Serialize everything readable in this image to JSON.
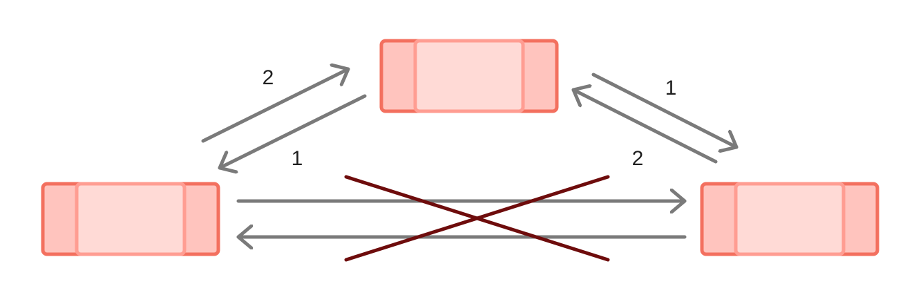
{
  "colors": {
    "node_outline": "#f3705f",
    "node_inner_outline": "#ff9d92",
    "node_end_fill": "#ffc4be",
    "node_center_fill": "#ffdad6",
    "arrow": "#7a7a7a",
    "cross": "#6e0c0c"
  },
  "edge_labels": {
    "top_left_upper": "2",
    "top_left_lower": "1",
    "top_right_upper": "1",
    "top_right_lower": "2"
  }
}
